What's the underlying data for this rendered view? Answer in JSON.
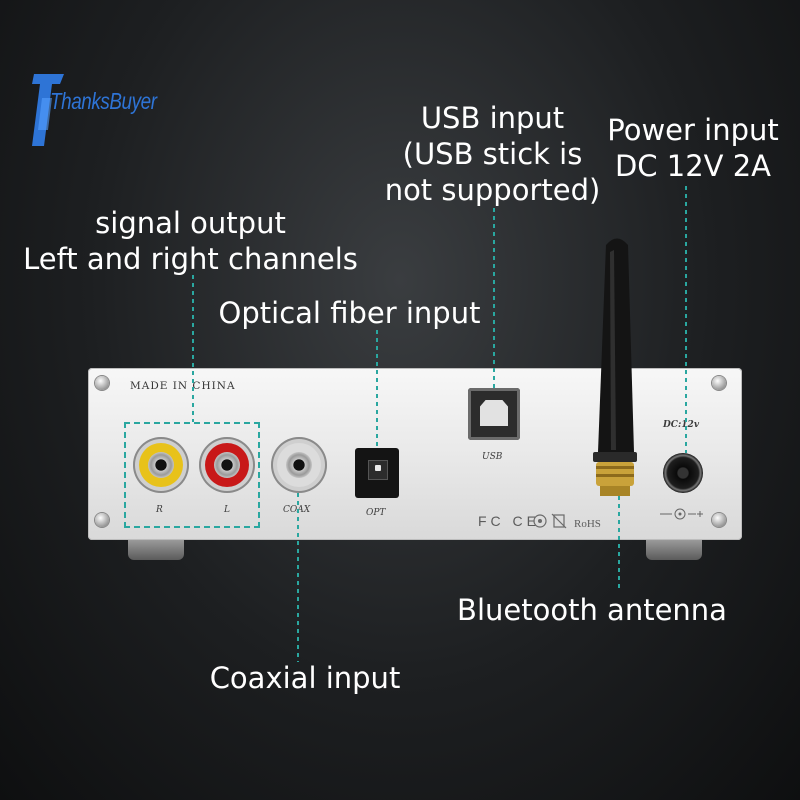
{
  "brand": {
    "logo_text": "ThanksBuyer",
    "logo_color": "#2e74d6"
  },
  "callouts": {
    "usb_input": [
      "USB input",
      "(USB stick is",
      "not supported)"
    ],
    "power_input": [
      "Power input",
      "DC 12V 2A"
    ],
    "signal_output": [
      "signal output",
      "Left and right channels"
    ],
    "optical_input": "Optical fiber input",
    "bluetooth_antenna": "Bluetooth antenna",
    "coaxial_input": "Coaxial input"
  },
  "device": {
    "made_in": "MADE IN CHINA",
    "port_labels": {
      "right": "R",
      "left": "L",
      "coax": "COAX",
      "opt": "OPT",
      "usb": "USB",
      "dc": "DC:12v"
    },
    "certifications": "FC CE",
    "rohs": "RoHS"
  },
  "colors": {
    "leader_line": "#2aa7a0",
    "rca_right": "#e8c21a",
    "rca_left": "#c81818"
  }
}
